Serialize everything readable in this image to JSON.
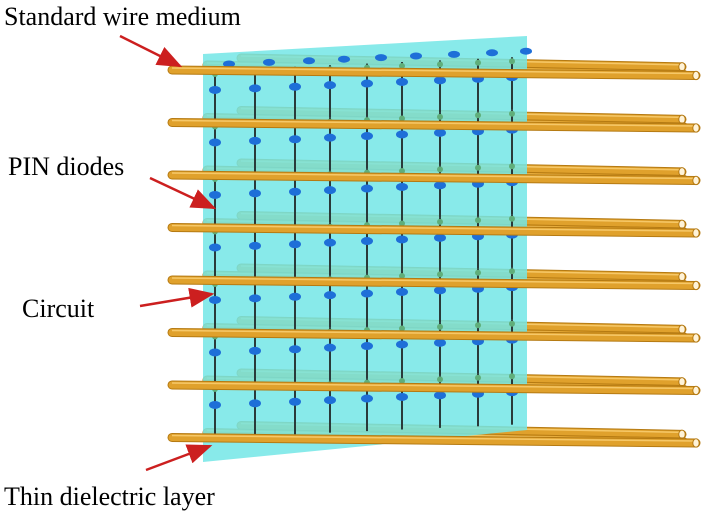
{
  "labels": {
    "standard_wire_medium": "Standard wire medium",
    "pin_diodes": "PIN diodes",
    "circuit": "Circuit",
    "thin_dielectric_layer": "Thin dielectric layer"
  },
  "colors": {
    "wire": "#e0a12c",
    "wire_dark": "#b57a12",
    "wire_highlight": "#f6c868",
    "dielectric": "#73e6e6",
    "diode": "#1e6fd8",
    "circuit_line": "#2a3a3a",
    "pad": "#5fae7a",
    "arrow": "#cc1f1f"
  },
  "structure": {
    "wire_rows": 8,
    "wires_per_row": 3
  }
}
